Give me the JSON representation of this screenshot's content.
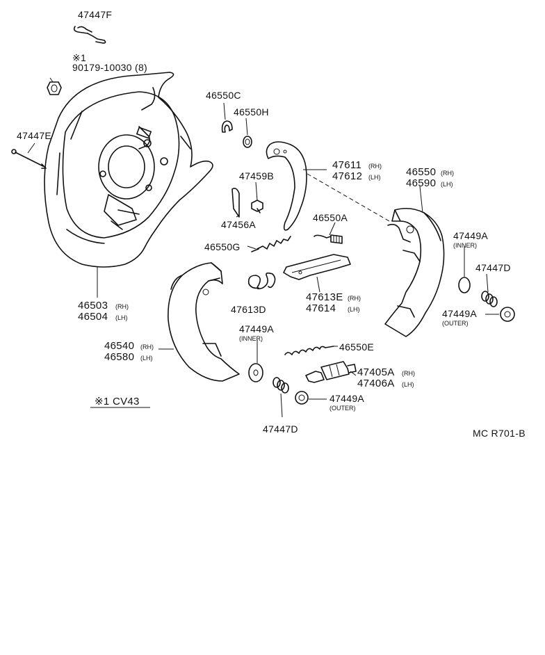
{
  "diagram_code": "MC R701-B",
  "note_label": "※1 CV43",
  "labels": {
    "p47447F": "47447F",
    "note_mark": "※1",
    "p90179": "90179-10030 (8)",
    "p47447E": "47447E",
    "p46503": "46503",
    "p46504": "46504",
    "p46550C": "46550C",
    "p46550H": "46550H",
    "p47459B": "47459B",
    "p47456A": "47456A",
    "p47611": "47611",
    "p47612": "47612",
    "p46550A": "46550A",
    "p46550G": "46550G",
    "p47613E": "47613E",
    "p47614": "47614",
    "p47613D": "47613D",
    "p46550": "46550",
    "p46590": "46590",
    "p47449A_1": "47449A",
    "p47447D_1": "47447D",
    "p47449A_2": "47449A",
    "p46540": "46540",
    "p46580": "46580",
    "p47449A_3": "47449A",
    "p46550E": "46550E",
    "p47405A": "47405A",
    "p47406A": "47406A",
    "p47449A_4": "47449A",
    "p47447D_2": "47447D"
  },
  "subs": {
    "rh": "(RH)",
    "lh": "(LH)",
    "inner": "(INNER)",
    "outer": "(OUTER)"
  }
}
